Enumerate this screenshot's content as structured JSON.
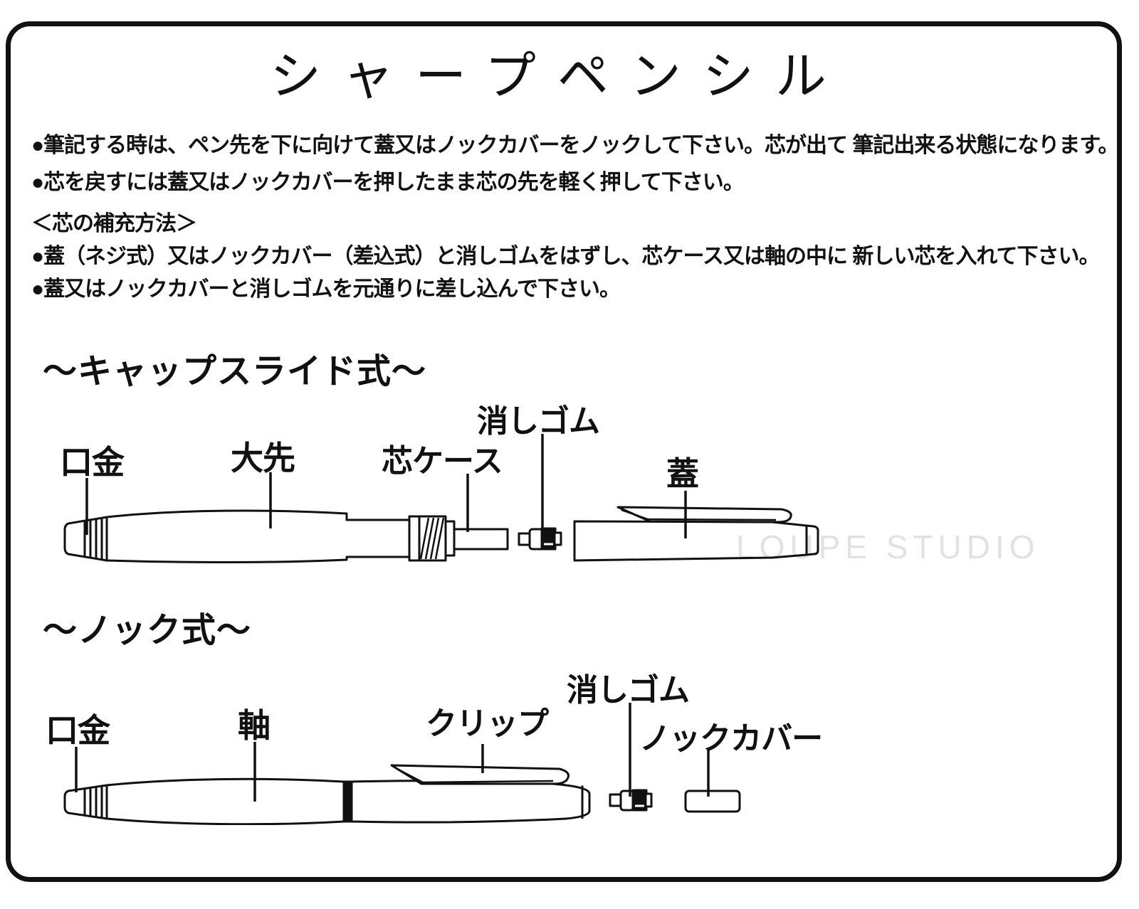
{
  "title": "シャープペンシル",
  "instructions": {
    "line1": "●筆記する時は、ペン先を下に向けて蓋又はノックカバーをノックして下さい。芯が出て 筆記出来る状態になります。",
    "line2": "●芯を戻すには蓋又はノックカバーを押したまま芯の先を軽く押して下さい。",
    "refill_heading": "＜芯の補充方法＞",
    "line3": "●蓋（ネジ式）又はノックカバー（差込式）と消しゴムをはずし、芯ケース又は軸の中に 新しい芯を入れて下さい。",
    "line4": "●蓋又はノックカバーと消しゴムを元通りに差し込んで下さい。"
  },
  "diagram_capslide": {
    "heading": "～キャップスライド式～",
    "labels": {
      "eraser": "消しゴム",
      "tip": "口金",
      "front_barrel": "大先",
      "lead_case": "芯ケース",
      "cap": "蓋"
    }
  },
  "diagram_knock": {
    "heading": "～ノック式～",
    "labels": {
      "eraser": "消しゴム",
      "tip": "口金",
      "barrel": "軸",
      "clip": "クリップ",
      "knock_cover": "ノックカバー"
    }
  },
  "watermark": "LOUPE STUDIO",
  "colors": {
    "ink": "#111111",
    "background": "#ffffff",
    "watermark": "#e2e2e2"
  }
}
